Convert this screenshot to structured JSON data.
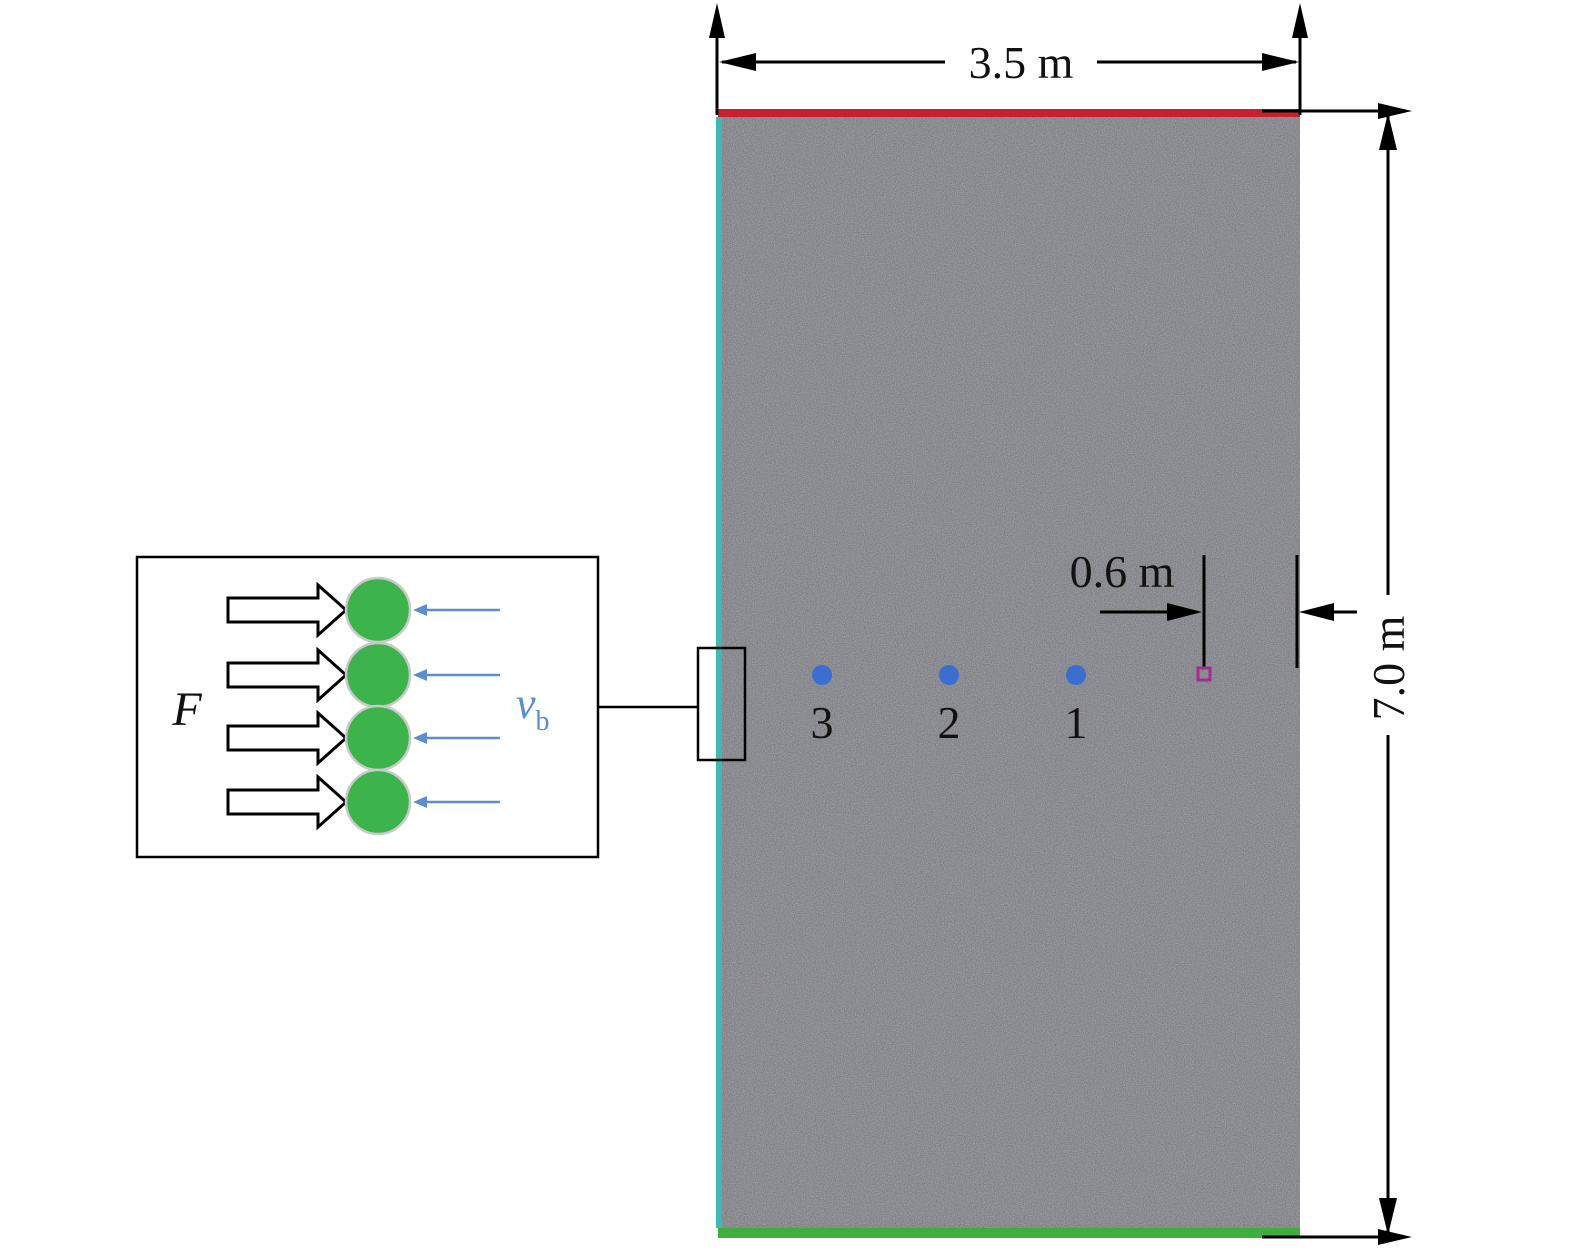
{
  "dimensions": {
    "width_label": "3.5 m",
    "height_label": "7.0 m",
    "offset_label": "0.6 m"
  },
  "monitoring_points": [
    {
      "label": "3"
    },
    {
      "label": "2"
    },
    {
      "label": "1"
    }
  ],
  "inset": {
    "force_label": "F",
    "velocity_label": "v",
    "velocity_subscript": "b"
  },
  "colors": {
    "specimen": "#7b7c82",
    "top_boundary": "#c8202c",
    "bottom_boundary": "#3fae3c",
    "left_boundary": "#3fb9b2",
    "particles": "#3cb44b",
    "measurement_points": "#3a6fd0",
    "velocity_arrows": "#5b8fcc",
    "source_marker": "#a0308f"
  }
}
